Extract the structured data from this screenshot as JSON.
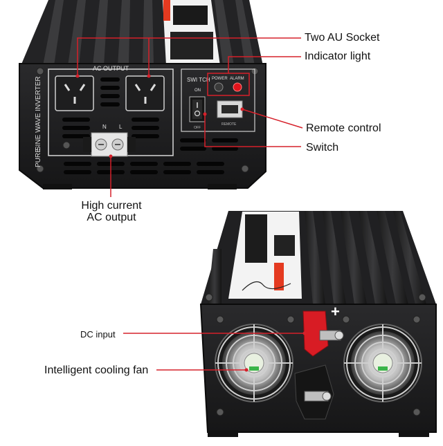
{
  "callouts": {
    "sockets": "Two AU Socket",
    "indicator": "Indicator light",
    "remote": "Remote control",
    "switch": "Switch",
    "ac_output_line1": "High current",
    "ac_output_line2": "AC output",
    "dc_input": "DC input",
    "cooling_fan": "Intelligent cooling fan"
  },
  "panel_labels": {
    "ac_output": "AC OUTPUT",
    "switch_label": "SWI TCH",
    "on": "ON",
    "off": "OFF",
    "power": "POWER",
    "alarm": "ALARM",
    "remote": "REMOTE",
    "n": "N",
    "l": "L",
    "side_text_1": "SINE WAVE INVERTER",
    "side_text_2": "PURE",
    "plus": "+"
  },
  "colors": {
    "body": "#1c1c1e",
    "leader_line": "#d6202a",
    "power_led": "#3a3a3a",
    "alarm_led": "#e0141c",
    "positive_cap": "#d81c24"
  }
}
